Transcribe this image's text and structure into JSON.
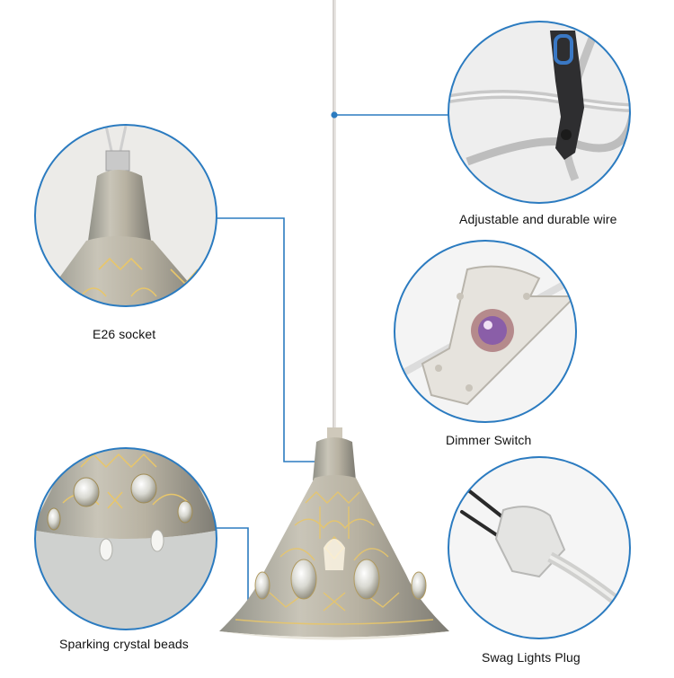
{
  "accent_color": "#2b7bc0",
  "callouts": {
    "wire": "Adjustable and durable wire",
    "socket": "E26 socket",
    "dimmer": "Dimmer Switch",
    "beads": "Sparking crystal beads",
    "plug": "Swag Lights Plug"
  }
}
